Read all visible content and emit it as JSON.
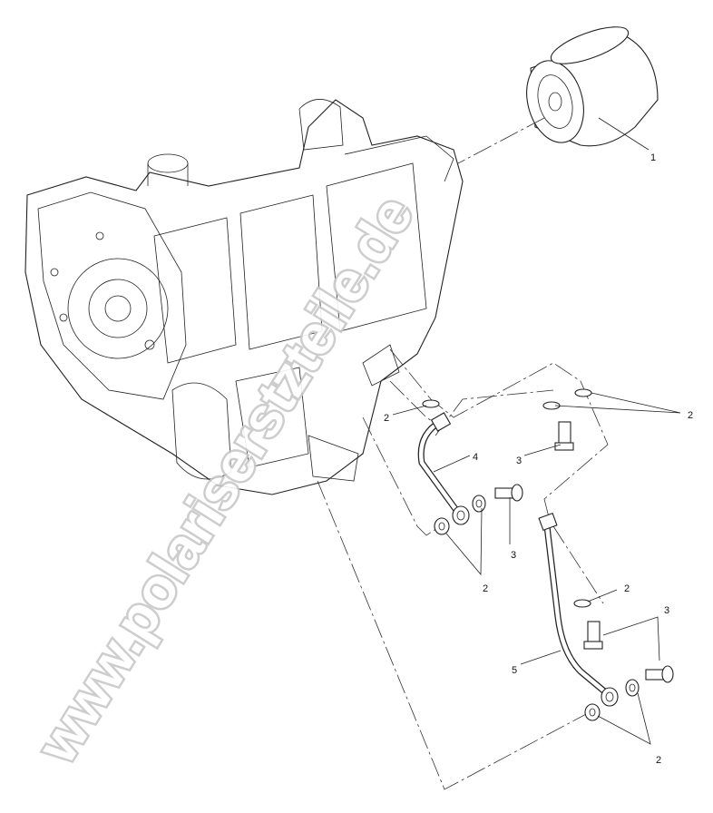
{
  "watermark": "www.polariserstzteile.de",
  "callouts": {
    "filter": "1",
    "washer_top_left": "2",
    "washer_top_right": "2",
    "pipe_upper": "4",
    "bolt_upper": "3",
    "bolt_middle": "3",
    "washers_mid": "2",
    "washer_lower": "2",
    "bolts_lower": "3",
    "pipe_lower": "5",
    "washers_bottom": "2"
  }
}
